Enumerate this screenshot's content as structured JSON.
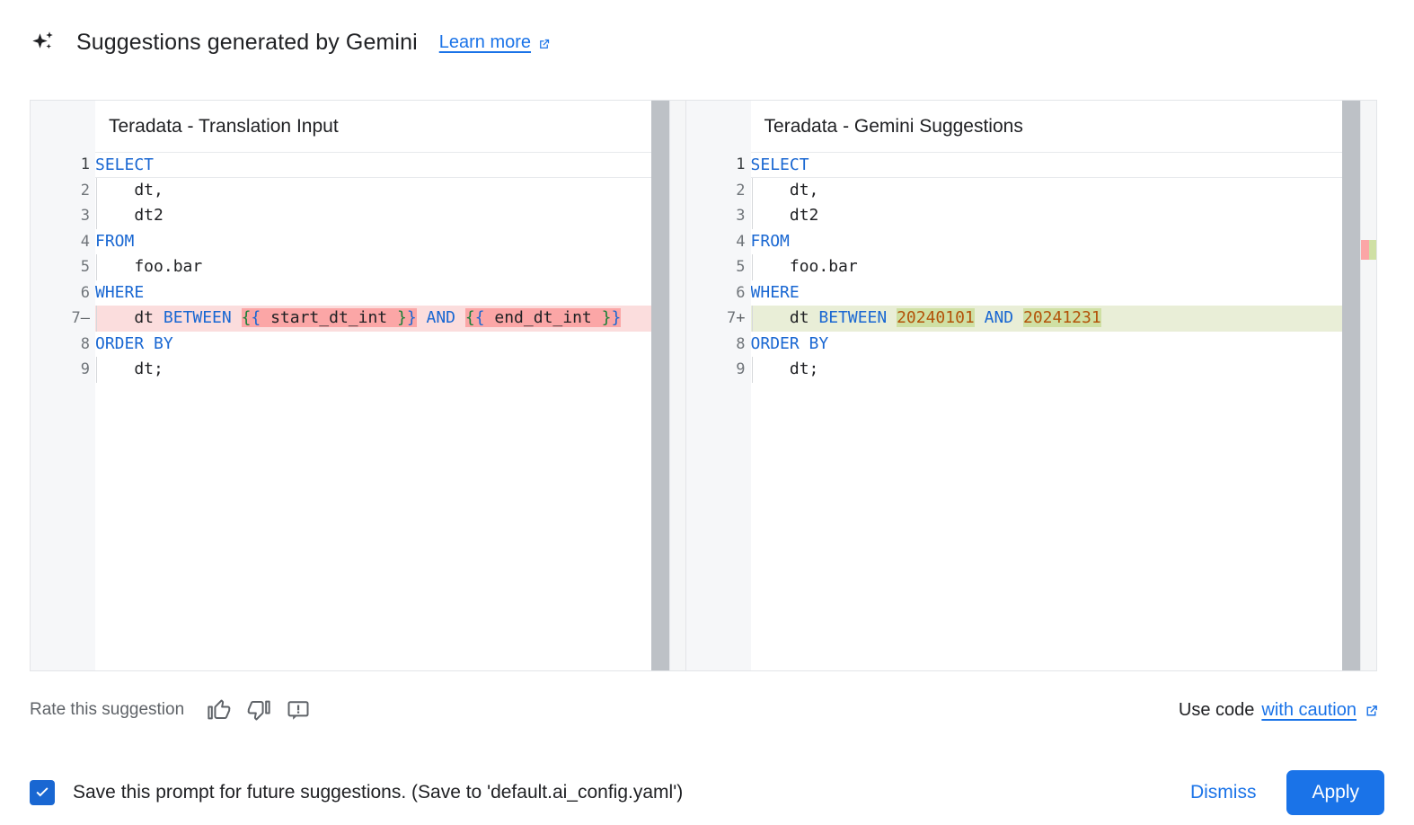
{
  "header": {
    "icon": "sparkle-icon",
    "title": "Suggestions generated by Gemini",
    "learn_more": "Learn more",
    "external_icon": "external-link-icon"
  },
  "diff": {
    "left": {
      "title": "Teradata - Translation Input",
      "lines": [
        {
          "n": "1",
          "sign": "",
          "text": "SELECT"
        },
        {
          "n": "2",
          "sign": "",
          "text": "    dt,"
        },
        {
          "n": "3",
          "sign": "",
          "text": "    dt2"
        },
        {
          "n": "4",
          "sign": "",
          "text": "FROM"
        },
        {
          "n": "5",
          "sign": "",
          "text": "    foo.bar"
        },
        {
          "n": "6",
          "sign": "",
          "text": "WHERE"
        },
        {
          "n": "7",
          "sign": "–",
          "text": "    dt BETWEEN {{ start_dt_int }} AND {{ end_dt_int }}"
        },
        {
          "n": "8",
          "sign": "",
          "text": "ORDER BY"
        },
        {
          "n": "9",
          "sign": "",
          "text": "    dt;"
        }
      ]
    },
    "right": {
      "title": "Teradata - Gemini Suggestions",
      "lines": [
        {
          "n": "1",
          "sign": "",
          "text": "SELECT"
        },
        {
          "n": "2",
          "sign": "",
          "text": "    dt,"
        },
        {
          "n": "3",
          "sign": "",
          "text": "    dt2"
        },
        {
          "n": "4",
          "sign": "",
          "text": "FROM"
        },
        {
          "n": "5",
          "sign": "",
          "text": "    foo.bar"
        },
        {
          "n": "6",
          "sign": "",
          "text": "WHERE"
        },
        {
          "n": "7",
          "sign": "+",
          "text": "    dt BETWEEN 20240101 AND 20241231"
        },
        {
          "n": "8",
          "sign": "",
          "text": "ORDER BY"
        },
        {
          "n": "9",
          "sign": "",
          "text": "    dt;"
        }
      ]
    },
    "tokens": {
      "removed": [
        "{{ start_dt_int }}",
        "{{ end_dt_int }}"
      ],
      "added": [
        "20240101",
        "20241231"
      ]
    }
  },
  "rate": {
    "label": "Rate this suggestion",
    "thumb_up": "thumb-up-icon",
    "thumb_down": "thumb-down-icon",
    "report": "report-icon",
    "use_code_prefix": "Use code",
    "use_code_link": "with caution"
  },
  "footer": {
    "checkbox_checked": true,
    "checkbox_label": "Save this prompt for future suggestions. (Save to 'default.ai_config.yaml')",
    "dismiss": "Dismiss",
    "apply": "Apply"
  },
  "colors": {
    "accent": "#1a73e8",
    "keyword": "#1967d2",
    "number": "#b35309",
    "brace": "#188038",
    "removed_row": "#fbdddd",
    "removed_token": "#fba6a6",
    "added_row": "#e9eed7",
    "added_token": "#cfe0a4"
  }
}
